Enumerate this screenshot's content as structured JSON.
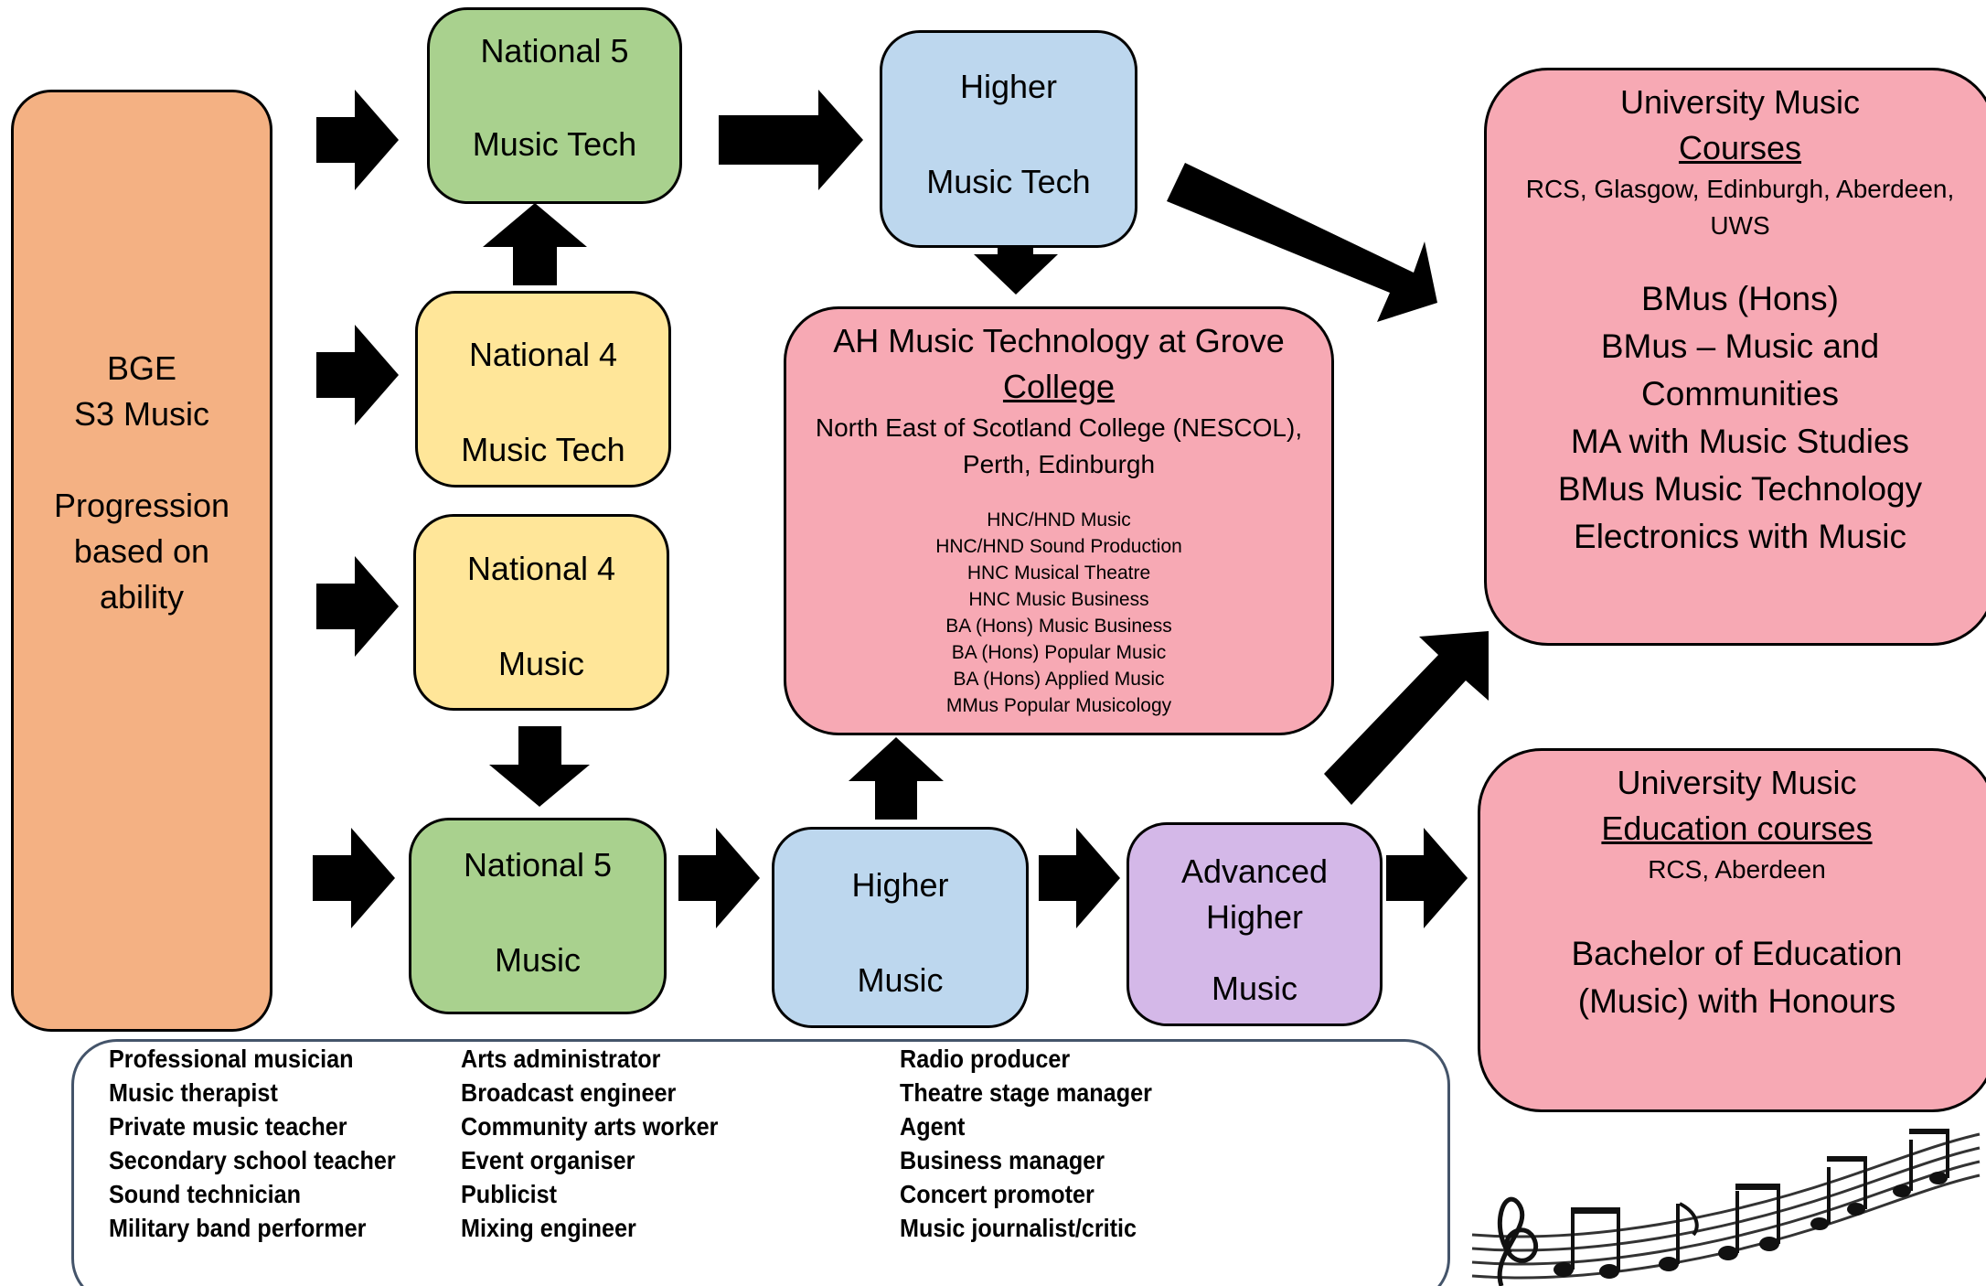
{
  "bge": {
    "line1": "BGE",
    "line2": "S3 Music",
    "line3": "Progression",
    "line4": "based on",
    "line5": "ability"
  },
  "nat5_music_tech": {
    "line1": "National 5",
    "line2": "Music Tech"
  },
  "nat4_music_tech": {
    "line1": "National 4",
    "line2": "Music Tech"
  },
  "nat4_music": {
    "line1": "National 4",
    "line2": "Music"
  },
  "nat5_music": {
    "line1": "National 5",
    "line2": "Music"
  },
  "higher_music_tech": {
    "line1": "Higher",
    "line2": "Music Tech"
  },
  "higher_music": {
    "line1": "Higher",
    "line2": "Music"
  },
  "adv_higher_music": {
    "line1": "Advanced",
    "line2": "Higher",
    "line3": "Music"
  },
  "ah_college": {
    "title1": "AH Music Technology at Grove",
    "title2": "College",
    "places1": "North East of Scotland College (NESCOL),",
    "places2": "Perth, Edinburgh",
    "courses": [
      "HNC/HND Music",
      "HNC/HND Sound Production",
      "HNC Musical Theatre",
      "HNC Music Business",
      "BA (Hons) Music Business",
      "BA (Hons) Popular Music",
      "BA (Hons) Applied Music",
      "MMus Popular Musicology"
    ]
  },
  "uni_music": {
    "title1": "University Music",
    "title2": "Courses",
    "places1": "RCS, Glasgow, Edinburgh, Aberdeen,",
    "places2": "UWS",
    "degrees": [
      "BMus (Hons)",
      "BMus – Music and",
      "Communities",
      "MA with Music Studies",
      "BMus Music Technology",
      "Electronics with Music"
    ]
  },
  "uni_education": {
    "title1": "University Music",
    "title2": "Education courses",
    "places": "RCS, Aberdeen",
    "degree1": "Bachelor of Education",
    "degree2": "(Music) with Honours"
  },
  "careers": {
    "col1": [
      "Professional musician",
      "Music therapist",
      "Private music teacher",
      "Secondary school teacher",
      "Sound technician",
      "Military band performer"
    ],
    "col2": [
      "Arts administrator",
      "Broadcast engineer",
      "Community arts worker",
      "Event organiser",
      "Publicist",
      "Mixing engineer"
    ],
    "col3": [
      "Radio producer",
      "Theatre stage manager",
      "Agent",
      "Business manager",
      "Concert promoter",
      "Music journalist/critic"
    ]
  },
  "colors": {
    "orange": "#f4b183",
    "green": "#a9d18e",
    "yellow": "#ffe699",
    "blue": "#bdd7ee",
    "pink": "#f7a9b4",
    "purple": "#d4b8e8",
    "arrow": "#000000"
  },
  "icons": {
    "arrow": "arrow-icon",
    "music": "music-staff-notes-icon"
  }
}
